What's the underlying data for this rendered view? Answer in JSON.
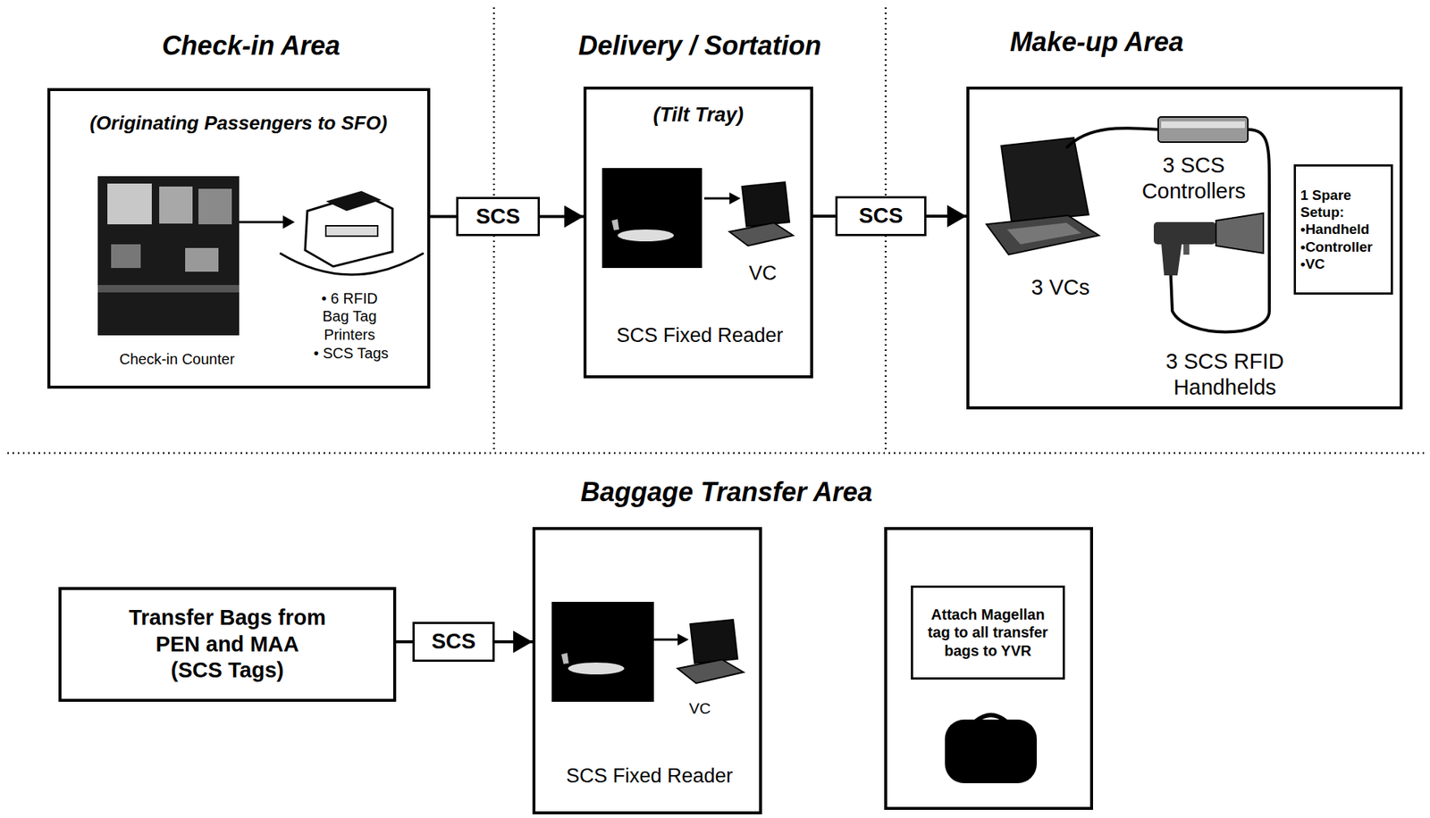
{
  "diagram": {
    "nodes": [
      {
        "text": [
          "(Originating Passengers to SFO)",
          "Check-in Counter",
          "• 6 RFID Bag Tag Printers",
          "• SCS Tags"
        ]
      },
      {
        "text": [
          "SCS"
        ]
      },
      {
        "text": [
          "(Tilt Tray)",
          "VC",
          "SCS Fixed Reader"
        ]
      },
      {
        "text": [
          "SCS"
        ]
      },
      {
        "text": [
          "3 VCs",
          "3 SCS Controllers",
          "3 SCS RFID Handhelds"
        ]
      },
      {
        "text": [
          "1 Spare Setup:",
          "•Handheld",
          "•Controller",
          "•VC"
        ],
        "in": 4
      },
      {
        "text": [
          "Transfer Bags from PEN and MAA",
          "(SCS Tags)"
        ]
      },
      {
        "text": [
          "SCS"
        ]
      },
      {
        "text": [
          "VC",
          "SCS Fixed Reader"
        ]
      },
      {
        "text": [
          "Attach Magellan tag to all transfer bags to YVR"
        ]
      }
    ],
    "edges": [
      {
        "from": 0,
        "to": 1,
        "arrow": "none"
      },
      {
        "from": 1,
        "to": 2,
        "arrow": "to"
      },
      {
        "from": 2,
        "to": 3,
        "arrow": "none"
      },
      {
        "from": 3,
        "to": 4,
        "arrow": "to"
      },
      {
        "from": 6,
        "to": 7,
        "arrow": "none"
      },
      {
        "from": 7,
        "to": 8,
        "arrow": "to"
      }
    ],
    "labels": [
      "Check-in Area",
      "Delivery / Sortation",
      "Make-up Area",
      "Baggage Transfer Area"
    ]
  }
}
